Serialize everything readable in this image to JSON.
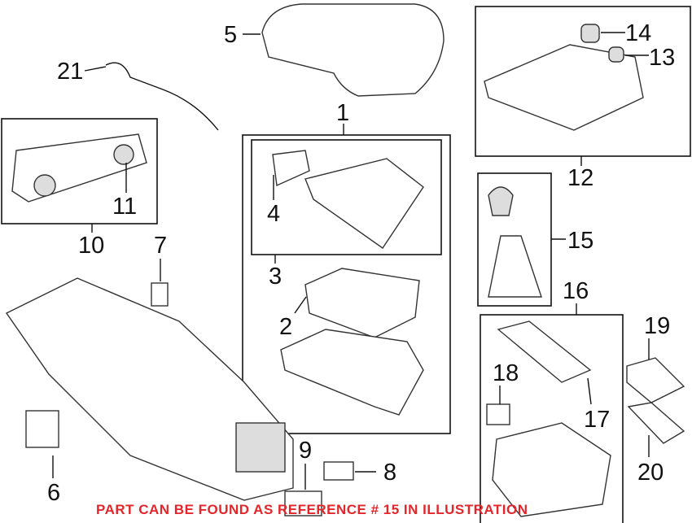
{
  "diagram": {
    "callouts": {
      "c1": "1",
      "c2": "2",
      "c3": "3",
      "c4": "4",
      "c5": "5",
      "c6": "6",
      "c7": "7",
      "c8": "8",
      "c9": "9",
      "c10": "10",
      "c11": "11",
      "c12": "12",
      "c13": "13",
      "c14": "14",
      "c15": "15",
      "c16": "16",
      "c17": "17",
      "c18": "18",
      "c19": "19",
      "c20": "20",
      "c21": "21"
    },
    "note": "PART CAN BE FOUND AS REFERENCE # 15 IN ILLUSTRATION",
    "note_color": "#e3262b"
  }
}
